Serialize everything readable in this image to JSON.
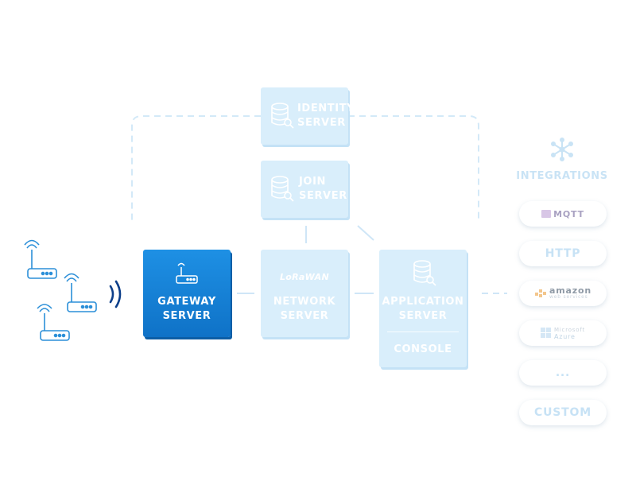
{
  "diagram": {
    "identity_server": {
      "line1": "IDENTITY",
      "line2": "SERVER"
    },
    "join_server": {
      "line1": "JOIN",
      "line2": "SERVER"
    },
    "gateway_server": {
      "line1": "GATEWAY",
      "line2": "SERVER"
    },
    "network_server": {
      "logo": "LoRaWAN",
      "line1": "NETWORK",
      "line2": "SERVER"
    },
    "application_server": {
      "line1": "APPLICATION",
      "line2": "SERVER",
      "console": "CONSOLE"
    },
    "integrations": {
      "title": "INTEGRATIONS",
      "items": [
        {
          "kind": "logo",
          "text": "MQTT",
          "icon": "mqtt-logo"
        },
        {
          "kind": "text",
          "text": "HTTP"
        },
        {
          "kind": "logo",
          "text": "amazon",
          "sub": "web services",
          "icon": "aws-logo"
        },
        {
          "kind": "logo",
          "text": "Microsoft",
          "sub": "Azure",
          "icon": "azure-logo"
        },
        {
          "kind": "text",
          "text": "..."
        },
        {
          "kind": "text",
          "text": "CUSTOM"
        }
      ]
    },
    "icons": {
      "gateways": "router-icon",
      "signal": "signal-waves-icon",
      "database": "database-key-icon",
      "integrations": "hub-icon"
    },
    "colors": {
      "active_box": "#1584db",
      "inactive_box": "#d9eefb",
      "router": "#2b8fd8",
      "signal": "#0d3f8a",
      "connector": "#cfe6f7"
    }
  }
}
